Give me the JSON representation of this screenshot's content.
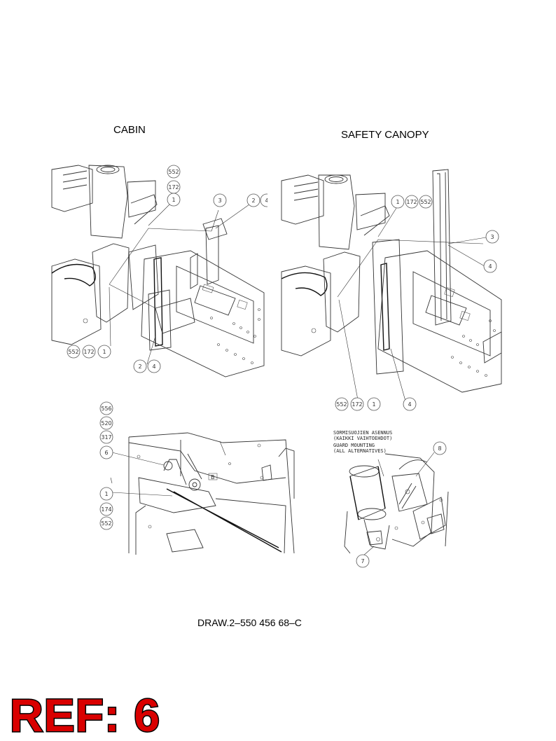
{
  "titles": {
    "cabin": "CABIN",
    "safety_canopy": "SAFETY CANOPY"
  },
  "callouts": {
    "cabin": [
      "552",
      "172",
      "1",
      "3",
      "2",
      "4",
      "552",
      "172",
      "1",
      "2",
      "4"
    ],
    "canopy": [
      "1",
      "172",
      "552",
      "3",
      "4",
      "552",
      "172",
      "1",
      "4"
    ],
    "detail_left": [
      "556",
      "520",
      "317",
      "6",
      "1",
      "174",
      "552"
    ],
    "detail_right": [
      "8",
      "7"
    ]
  },
  "detail_left_label": "B",
  "detail_right_note": [
    "SORMISUOJIEN ASENNUS",
    "(KAIKKI VAIHTOEHDOT)",
    "GUARD MOUNTING",
    "(ALL ALTERNATIVES)"
  ],
  "drawing_number": "DRAW.2–550 456 68–C",
  "ref_label": "REF: 6"
}
